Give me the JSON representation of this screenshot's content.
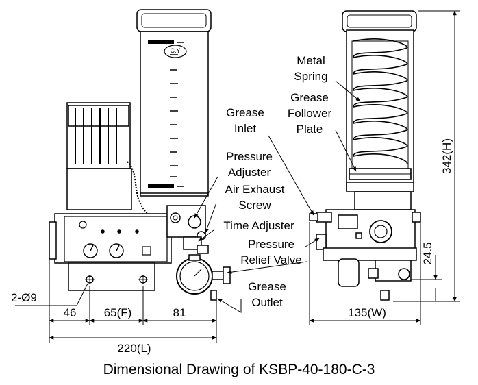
{
  "caption": "Dimensional Drawing of KSBP-40-180-C-3",
  "brand": "C.Y",
  "labels": {
    "metal_spring": [
      "Metal",
      "Spring"
    ],
    "grease_follower_plate": [
      "Grease",
      "Follower",
      "Plate"
    ],
    "grease_inlet": [
      "Grease",
      "Inlet"
    ],
    "pressure_adjuster": [
      "Pressure",
      "Adjuster"
    ],
    "air_exhaust_screw": [
      "Air Exhaust",
      "Screw"
    ],
    "time_adjuster": "Time Adjuster",
    "pressure_relief_valve": [
      "Pressure",
      "Relief Valve"
    ],
    "grease_outlet": [
      "Grease",
      "Outlet"
    ]
  },
  "dimensions": {
    "holes": "2-Ø9",
    "d46": "46",
    "d65f": "65(F)",
    "d81": "81",
    "d220l": "220(L)",
    "d135w": "135(W)",
    "d342h": "342(H)",
    "d245": "24.5"
  }
}
